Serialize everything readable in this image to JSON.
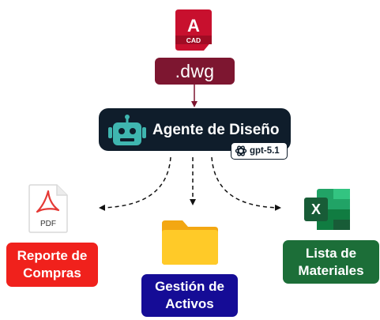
{
  "cad_icon": {
    "letter": "A",
    "badge": "CAD",
    "color": "#c8102e"
  },
  "source_file": {
    "label": ".dwg",
    "color": "#7d1630"
  },
  "agent": {
    "label": "Agente de Diseño",
    "icon": "robot-icon",
    "color": "#0f1d2b",
    "accent": "#3fb6b0",
    "model_badge": {
      "label": "gpt-5.1",
      "icon": "openai-logo-icon"
    }
  },
  "pdf_icon": {
    "label": "PDF",
    "color": "#e53935"
  },
  "excel_icon": {
    "letter": "X",
    "color": "#1c6e38"
  },
  "outputs": {
    "compras": {
      "line1": "Reporte de",
      "line2": "Compras",
      "color": "#f0211c",
      "icon": "pdf-icon"
    },
    "activos": {
      "line1": "Gestión de",
      "line2": "Activos",
      "color": "#150c96",
      "icon": "folder-icon"
    },
    "materiales": {
      "line1": "Lista de",
      "line2": "Materiales",
      "color": "#1c6e38",
      "icon": "excel-icon"
    }
  }
}
